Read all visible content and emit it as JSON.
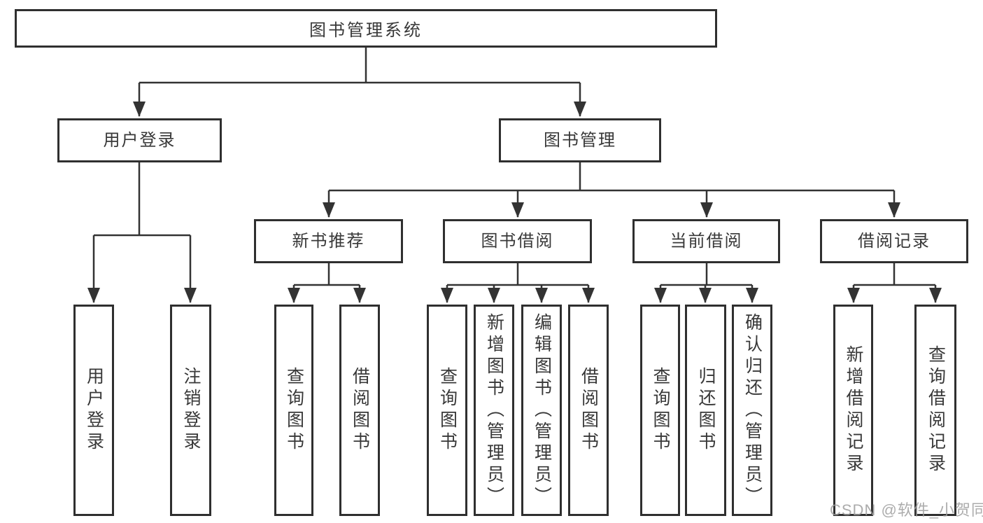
{
  "diagram": {
    "title_note": "functional structure chart",
    "root": {
      "label": "图书管理系统"
    },
    "branches": [
      {
        "label": "用户登录"
      },
      {
        "label": "图书管理"
      }
    ],
    "modules": [
      {
        "label": "新书推荐"
      },
      {
        "label": "图书借阅"
      },
      {
        "label": "当前借阅"
      },
      {
        "label": "借阅记录"
      }
    ],
    "leaves": [
      {
        "label": "用户登录"
      },
      {
        "label": "注销登录"
      },
      {
        "label": "查询图书"
      },
      {
        "label": "借阅图书"
      },
      {
        "label": "查询图书"
      },
      {
        "label": "新增图书（管理员）"
      },
      {
        "label": "编辑图书（管理员）"
      },
      {
        "label": "借阅图书"
      },
      {
        "label": "查询图书"
      },
      {
        "label": "归还图书"
      },
      {
        "label": "确认归还（管理员）"
      },
      {
        "label": "新增借阅记录"
      },
      {
        "label": "查询借阅记录"
      }
    ]
  },
  "watermark": {
    "text": "CSDN @软件_小贺同学"
  },
  "colors": {
    "line": "#333333",
    "border": "#2f2f2f",
    "text": "#383838",
    "watermark": "#9e9e9e",
    "background": "#ffffff"
  }
}
